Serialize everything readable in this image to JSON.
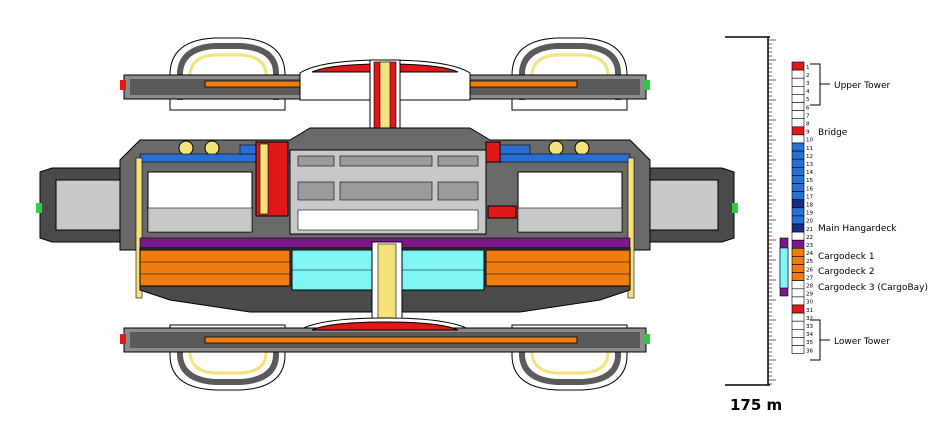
{
  "scale_label": "175 m",
  "deck_numbers": [
    "1",
    "2",
    "3",
    "4",
    "5",
    "6",
    "7",
    "8",
    "9",
    "10",
    "11",
    "12",
    "13",
    "14",
    "15",
    "16",
    "17",
    "18",
    "19",
    "20",
    "21",
    "22",
    "23",
    "24",
    "25",
    "26",
    "27",
    "28",
    "29",
    "30",
    "31",
    "32",
    "33",
    "34",
    "35",
    "36"
  ],
  "deck_colors": [
    "#e01818",
    "#ffffff",
    "#ffffff",
    "#ffffff",
    "#ffffff",
    "#ffffff",
    "#ffffff",
    "#ffffff",
    "#e01818",
    "#ffffff",
    "#2a6fd6",
    "#2a6fd6",
    "#2a6fd6",
    "#2a6fd6",
    "#2a6fd6",
    "#2a6fd6",
    "#2a6fd6",
    "#1a2a8a",
    "#2a6fd6",
    "#2a6fd6",
    "#1a2a8a",
    "#ffffff",
    "#7a1a8a",
    "#f07d10",
    "#f07d10",
    "#f07d10",
    "#f07d10",
    "#ffffff",
    "#ffffff",
    "#ffffff",
    "#e01818",
    "#ffffff",
    "#ffffff",
    "#ffffff",
    "#ffffff",
    "#ffffff"
  ],
  "sections": {
    "upper_tower": "Upper Tower",
    "bridge": "Bridge",
    "main_hangardeck": "Main Hangardeck",
    "cargodeck_1": "Cargodeck 1",
    "cargodeck_2": "Cargodeck 2",
    "cargodeck_3": "Cargodeck 3 (CargoBay)",
    "lower_tower": "Lower Tower"
  },
  "colors": {
    "hull_dark": "#4a4a4a",
    "hull_mid": "#8c8c8c",
    "hull_light": "#c8c8c8",
    "red": "#e01818",
    "blue": "#2a6fd6",
    "orange": "#f07d10",
    "purple": "#7a1a8a",
    "cyan": "#7ff5f5",
    "yellow": "#f5e27a"
  }
}
